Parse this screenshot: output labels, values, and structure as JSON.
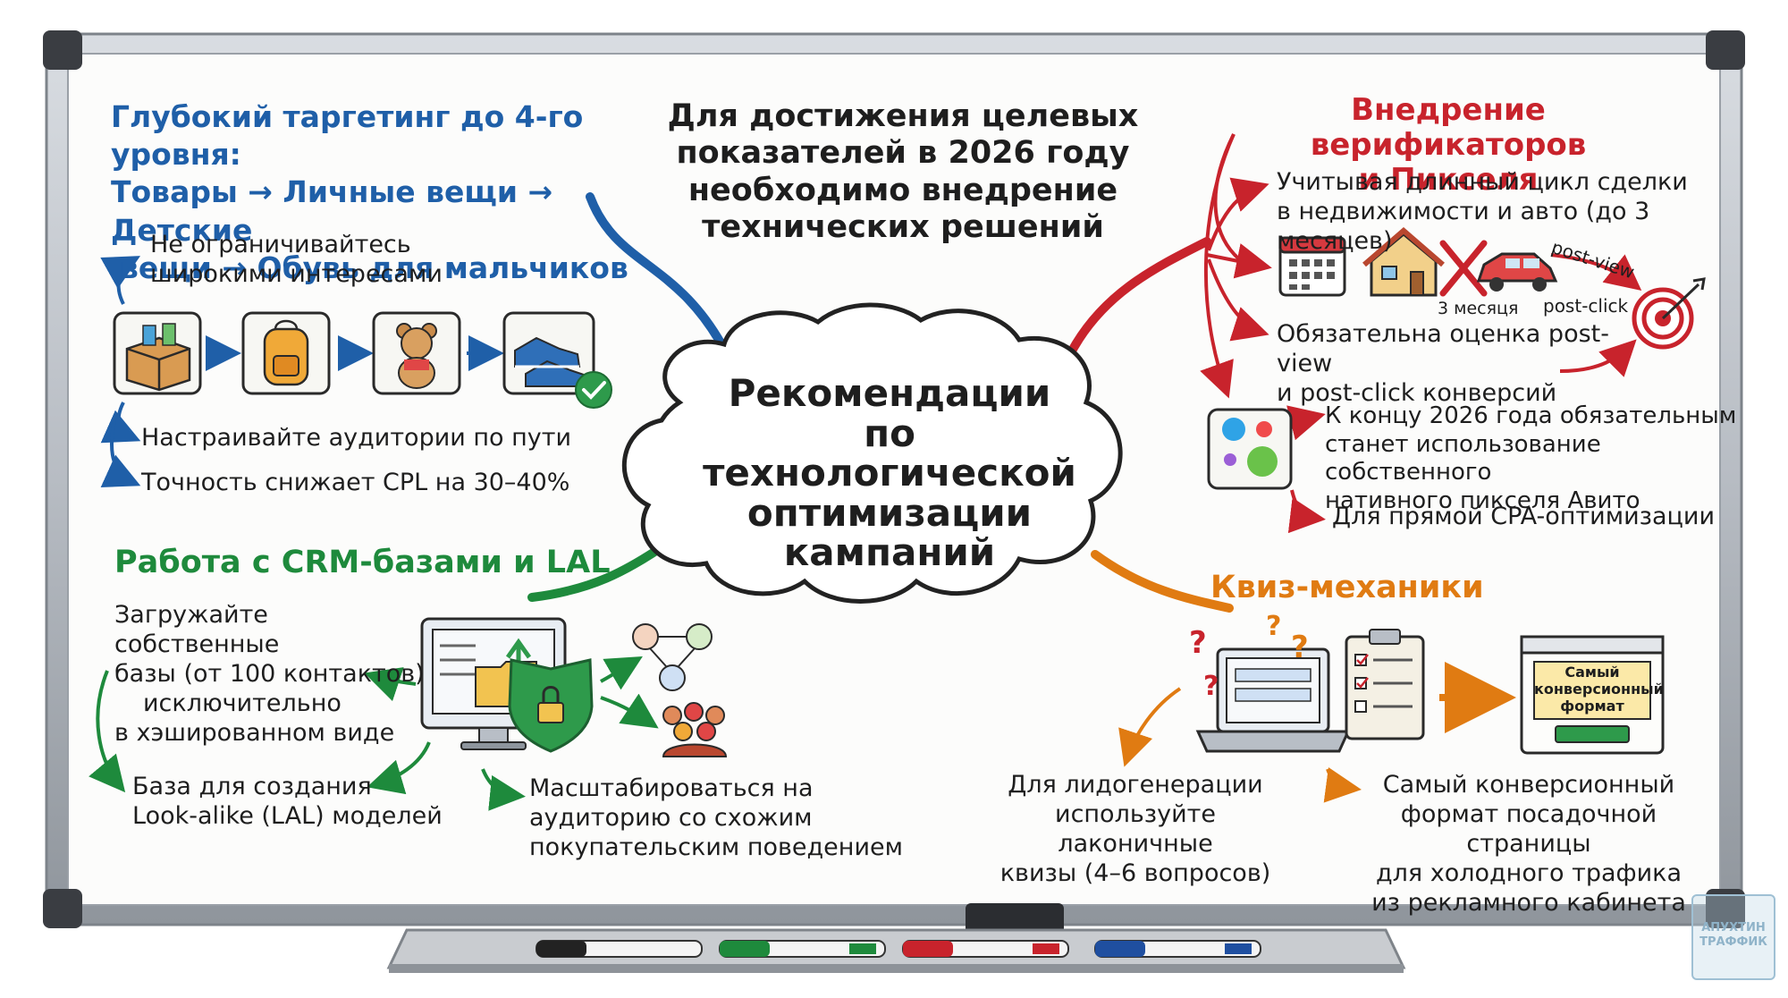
{
  "center": {
    "title_lines": [
      "Рекомендации",
      "по технологической",
      "оптимизации",
      "кампаний"
    ]
  },
  "goal": {
    "lines": [
      "Для достижения целевых",
      "показателей в 2026 году",
      "необходимо внедрение",
      "технических решений"
    ]
  },
  "targeting": {
    "heading_lines": [
      "Глубокий таргетинг до 4-го уровня:",
      "Товары → Личные вещи → Детские",
      "вещи → Обувь для мальчиков"
    ],
    "note_lines": [
      "Не ограничивайтесь",
      "широкими интересами"
    ],
    "step1": "Настраивайте аудитории по пути",
    "step2": "Точность снижает CPL на 30–40%",
    "icons": [
      "box-icon",
      "backpack-icon",
      "teddy-bear-icon",
      "sneakers-icon",
      "checkmark-icon"
    ]
  },
  "crm": {
    "heading": "Работа с CRM-базами и LAL",
    "upload_lines": [
      "Загружайте собственные",
      "базы (от 100 контактов)",
      "исключительно",
      "в хэшированном виде"
    ],
    "lal_lines": [
      "База для создания",
      "Look-alike (LAL) моделей"
    ],
    "scale_lines": [
      "Масштабироваться на",
      "аудиторию со схожим",
      "покупательским поведением"
    ],
    "icons": [
      "computer-folder-icon",
      "lock-shield-icon",
      "network-people-icon",
      "crowd-icon"
    ]
  },
  "verify": {
    "heading_lines": [
      "Внедрение верификаторов",
      "и Пикселя"
    ],
    "cycle_lines": [
      "Учитывая длинный цикл сделки",
      "в недвижимости и авто (до 3 месяцев)"
    ],
    "label_3m": "3 месяця",
    "label_postview": "post-view",
    "label_postclick": "post-click",
    "eval_lines": [
      "Обязательна оценка post-view",
      "и post-click конверсий"
    ],
    "pixel_lines": [
      "К концу 2026 года обязательным",
      "станет использование собственного",
      "нативного пикселя Авито"
    ],
    "cpa": "Для прямой CPA-оптимизации",
    "icons": [
      "calendar-icon",
      "house-icon",
      "car-icon",
      "target-icon",
      "avito-logo-icon"
    ]
  },
  "quiz": {
    "heading": "Квиз-механики",
    "lead_lines": [
      "Для лидогенерации",
      "используйте лаконичные",
      "квизы (4–6 вопросов)"
    ],
    "conv_lines": [
      "Самый конверсионный",
      "формат посадочной страницы",
      "для холодного трафика",
      "из рекламного кабинета"
    ],
    "screen_lines": [
      "Самый",
      "конверсионный",
      "формат"
    ],
    "icons": [
      "laptop-icon",
      "clipboard-icon",
      "landing-page-icon",
      "question-mark-icon"
    ]
  },
  "watermark": {
    "line1": "АПУХТИН",
    "line2": "ТРАФФИК"
  },
  "colors": {
    "blue": "#1f5fa8",
    "green": "#1e8a3c",
    "red": "#c8232c",
    "orange": "#e07b12",
    "text": "#1e1e1e"
  }
}
